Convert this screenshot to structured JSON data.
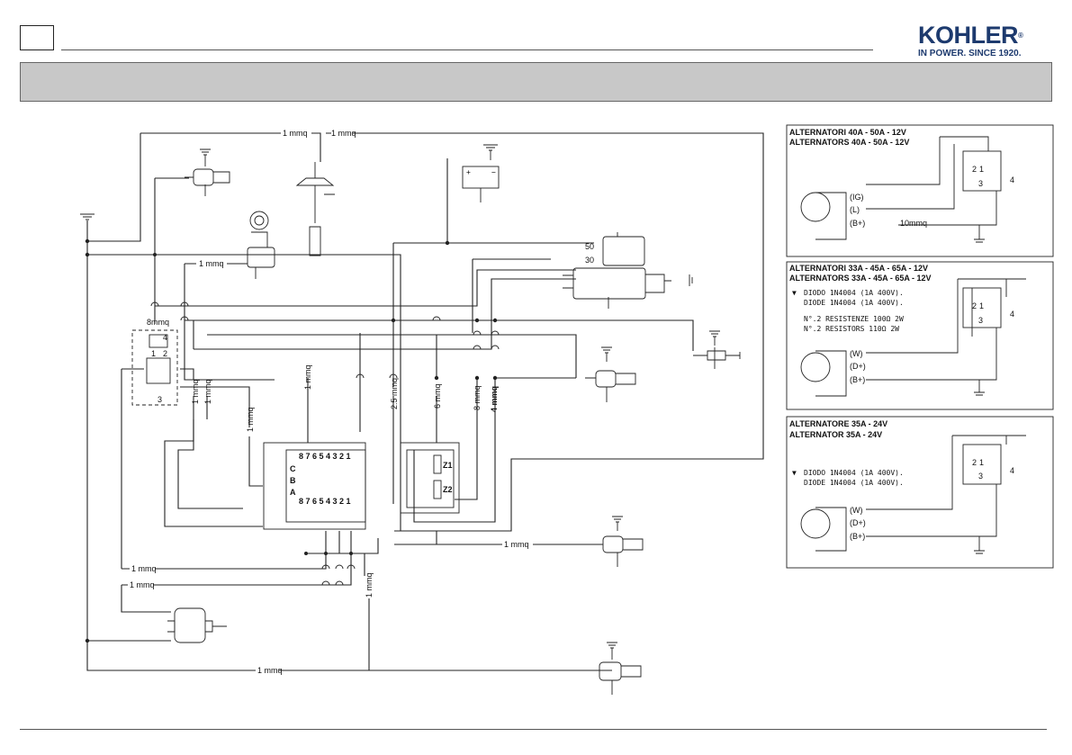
{
  "header": {
    "brand": "KOHLER",
    "tagline": "IN POWER. SINCE 1920."
  },
  "wiring": {
    "wire_1mmq": "1 mmq",
    "wire_1mmq_short": "1 mmq",
    "wire_1mmq_vert": "1 mmq",
    "wire_1mmq_v2": "1 mmq",
    "wire_1mmq_v3": "1 mmq",
    "wire_2_5mmq": "2.5 mmq",
    "wire_6mmq": "6 mmq",
    "wire_8mmq_v": "8 mmq",
    "wire_4mmq": "4 mmq",
    "wire_8mmq": "8mmq",
    "wire_1mmq_vert_lower": "1 mmq",
    "starter_50": "50",
    "starter_30": "30",
    "relay_pins": [
      "1",
      "2",
      "3",
      "4"
    ],
    "connector_rows": {
      "top_numbers": "8 7 6 5 4 3 2 1",
      "bottom_numbers": "8 7 6 5 4 3 2 1",
      "row_c": "C",
      "row_b": "B",
      "row_a": "A"
    },
    "fuse_z1": "Z1",
    "fuse_z2": "Z2"
  },
  "panels": [
    {
      "title_it": "ALTERNATORI 40A - 50A - 12V",
      "title_en": "ALTERNATORS 40A - 50A - 12V",
      "terminals": [
        "(IG)",
        "(L)",
        "(B+)"
      ],
      "cable": "10mmq",
      "relay_pins": [
        "2",
        "1",
        "3",
        "4"
      ]
    },
    {
      "title_it": "ALTERNATORI 33A - 45A - 65A - 12V",
      "title_en": "ALTERNATORS 33A - 45A - 65A - 12V",
      "notes": [
        "DIODO 1N4004 (1A 400V).",
        "DIODE 1N4004 (1A 400V).",
        "N°.2 RESISTENZE 100Ω 2W",
        "N°.2 RESISTORS 110Ω 2W"
      ],
      "terminals": [
        "(W)",
        "(D+)",
        "(B+)"
      ],
      "relay_pins": [
        "2",
        "1",
        "3",
        "4"
      ]
    },
    {
      "title_it": "ALTERNATORE 35A - 24V",
      "title_en": "ALTERNATOR 35A - 24V",
      "notes": [
        "DIODO 1N4004 (1A 400V).",
        "DIODE 1N4004 (1A 400V)."
      ],
      "terminals": [
        "(W)",
        "(D+)",
        "(B+)"
      ],
      "relay_pins": [
        "2",
        "1",
        "3",
        "4"
      ]
    }
  ]
}
